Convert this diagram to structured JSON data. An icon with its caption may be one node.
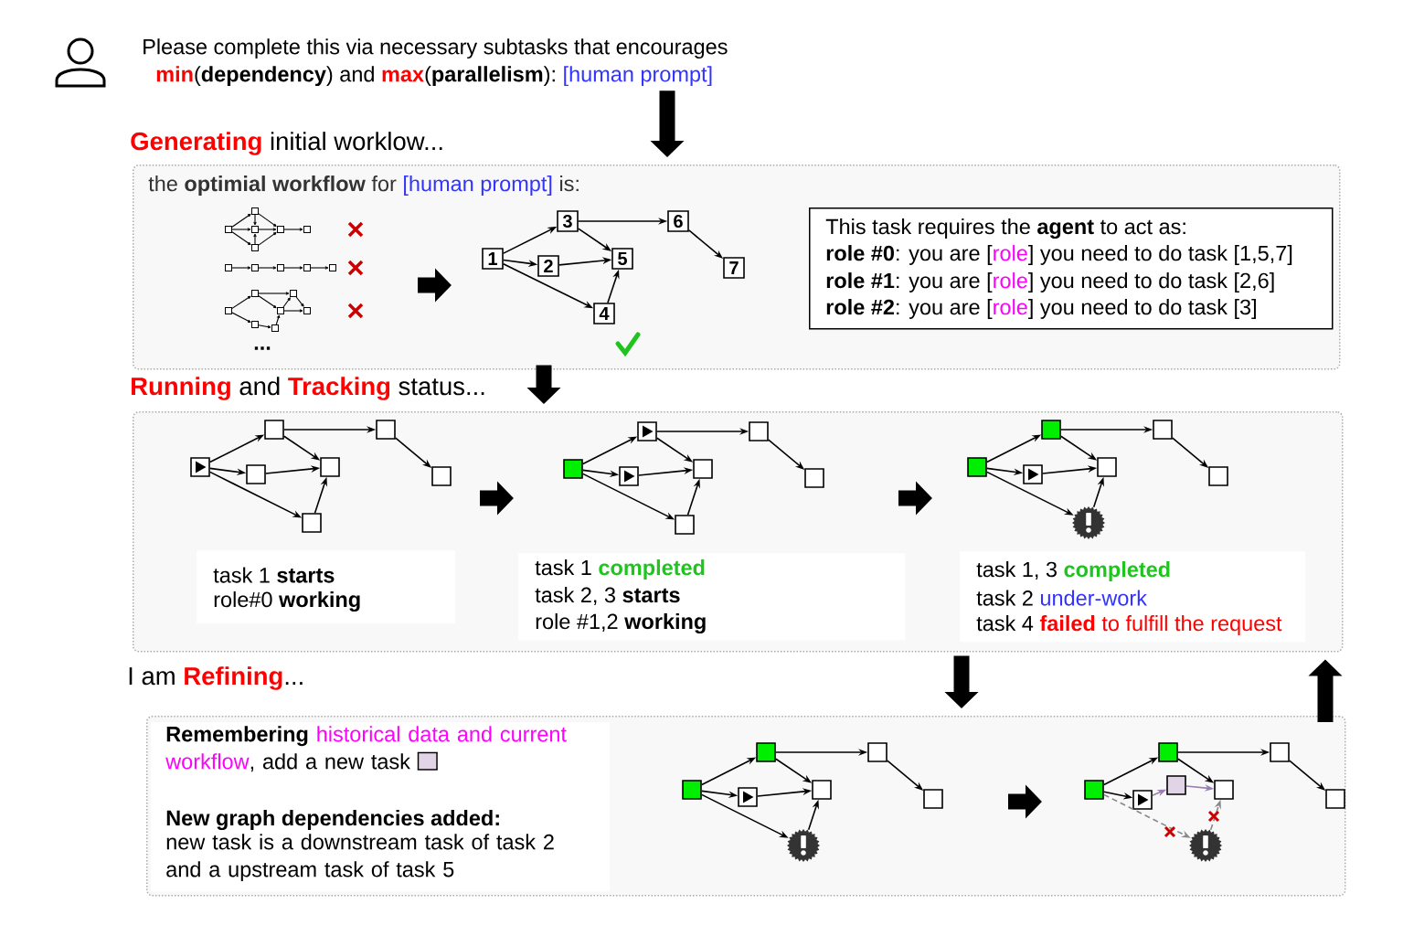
{
  "diagram": {
    "nodes": [
      {
        "text": [
          "Please complete this via necessary subtasks that encourages",
          "min",
          "(**dependency**) and",
          "max",
          "(**parallelism**):",
          "[human prompt]"
        ]
      },
      {
        "text": [
          "Generating",
          "initial worklow...",
          "the **optimial workflow** for",
          "[human prompt]",
          "is:",
          "..."
        ]
      },
      {
        "text": [],
        "shape": "box",
        "in": 1
      },
      {
        "text": [],
        "shape": "box",
        "in": 1
      },
      {
        "text": [],
        "shape": "box",
        "in": 1
      },
      {
        "text": [],
        "shape": "box",
        "in": 1
      },
      {
        "text": [],
        "shape": "box",
        "in": 1
      },
      {
        "text": [],
        "shape": "box",
        "in": 1
      },
      {
        "text": [],
        "shape": "box",
        "in": 1
      },
      {
        "text": [],
        "shape": "box",
        "in": 1
      },
      {
        "text": [],
        "shape": "box",
        "in": 1
      },
      {
        "text": [],
        "shape": "box",
        "in": 1
      },
      {
        "text": [],
        "shape": "box",
        "in": 1
      },
      {
        "text": [],
        "shape": "box",
        "in": 1
      },
      {
        "text": [],
        "shape": "box",
        "in": 1
      },
      {
        "text": [],
        "shape": "box",
        "in": 1
      },
      {
        "text": [],
        "shape": "box",
        "in": 1
      },
      {
        "text": [],
        "shape": "box",
        "in": 1
      },
      {
        "text": [],
        "shape": "box",
        "in": 1
      },
      {
        "text": [],
        "shape": "box",
        "in": 1
      },
      {
        "text": [
          "1"
        ],
        "in": 1
      },
      {
        "text": [
          "2"
        ],
        "in": 1
      },
      {
        "text": [
          "3"
        ],
        "in": 1
      },
      {
        "text": [
          "4"
        ],
        "in": 1
      },
      {
        "text": [
          "5"
        ],
        "in": 1
      },
      {
        "text": [
          "6"
        ],
        "in": 1
      },
      {
        "text": [
          "7"
        ],
        "in": 1
      },
      {
        "text": [
          "This task requires the **agent** to act as:",
          "**role #0**: you are [",
          "role",
          "] you need to do task [1,5,7]",
          "**role #1**: you are [",
          "role",
          "] you need to do task [2,6]",
          "**role #2**: you are [",
          "role",
          "] you need to do task [3]"
        ],
        "in": 1
      },
      {
        "text": [
          "Running",
          "and",
          "Tracking",
          "status..."
        ]
      },
      {
        "text": [],
        "shape": "box",
        "in": 28
      },
      {
        "text": [],
        "shape": "box",
        "in": 28
      },
      {
        "text": [],
        "shape": "box",
        "in": 28
      },
      {
        "text": [],
        "shape": "box",
        "in": 28
      },
      {
        "text": [],
        "shape": "box",
        "in": 28
      },
      {
        "text": [],
        "shape": "box",
        "in": 28
      },
      {
        "text": [],
        "shape": "box",
        "in": 28
      },
      {
        "text": [
          "task 1 **starts**",
          "role#0 **working**"
        ],
        "in": 28
      },
      {
        "text": [],
        "shape": "box",
        "in": 28
      },
      {
        "text": [],
        "shape": "box",
        "in": 28
      },
      {
        "text": [],
        "shape": "box",
        "in": 28
      },
      {
        "text": [],
        "shape": "box",
        "in": 28
      },
      {
        "text": [],
        "shape": "box",
        "in": 28
      },
      {
        "text": [],
        "shape": "box",
        "in": 28
      },
      {
        "text": [],
        "shape": "box",
        "in": 28
      },
      {
        "text": [
          "task 1",
          "completed",
          "task 2, 3 **starts**",
          "role #1,2 **working**"
        ],
        "in": 28
      },
      {
        "text": [],
        "shape": "box",
        "in": 28
      },
      {
        "text": [],
        "shape": "box",
        "in": 28
      },
      {
        "text": [],
        "shape": "box",
        "in": 28
      },
      {
        "text": [],
        "shape": "badge",
        "in": 28
      },
      {
        "text": [],
        "shape": "box",
        "in": 28
      },
      {
        "text": [],
        "shape": "box",
        "in": 28
      },
      {
        "text": [],
        "shape": "box",
        "in": 28
      },
      {
        "text": [
          "task 1, 3",
          "completed",
          "task 2",
          "under-work",
          "task 4",
          "**failed** to fulfill the request"
        ],
        "in": 28
      },
      {
        "text": [
          "I am",
          "Refining",
          "..."
        ]
      },
      {
        "text": [
          "Remembering",
          "historical data and current workflow",
          ", add a new task",
          "New graph dependencies added:",
          "new task is a downstream task of task 2 and a upstream task of task 5"
        ],
        "in": 53
      },
      {
        "text": [],
        "shape": "box",
        "in": 53
      },
      {
        "text": [],
        "shape": "box",
        "in": 53
      },
      {
        "text": [],
        "shape": "box",
        "in": 53
      },
      {
        "text": [],
        "shape": "badge",
        "in": 53
      },
      {
        "text": [],
        "shape": "box",
        "in": 53
      },
      {
        "text": [],
        "shape": "box",
        "in": 53
      },
      {
        "text": [],
        "shape": "box",
        "in": 53
      },
      {
        "text": [],
        "shape": "box",
        "in": 53
      },
      {
        "text": [],
        "shape": "box",
        "in": 53
      },
      {
        "text": [],
        "shape": "box",
        "in": 53
      },
      {
        "text": [],
        "shape": "badge",
        "in": 53
      },
      {
        "text": [],
        "shape": "box",
        "in": 53
      },
      {
        "text": [],
        "shape": "box",
        "in": 53
      },
      {
        "text": [],
        "shape": "box",
        "in": 53
      },
      {
        "text": [],
        "shape": "box",
        "in": 53
      }
    ],
    "edges": [
      {
        "from": 0,
        "to": 1,
        "arrow": "to",
        "style": "thick"
      },
      {
        "from": 1,
        "to": 28,
        "arrow": "to",
        "style": "thick"
      },
      {
        "from": 28,
        "to": 53,
        "arrow": "to",
        "style": "thick"
      },
      {
        "from": 53,
        "to": 28,
        "arrow": "to",
        "style": "thick"
      },
      {
        "from": 2,
        "to": 3,
        "arrow": "to"
      },
      {
        "from": 2,
        "to": 4,
        "arrow": "to"
      },
      {
        "from": 2,
        "to": 5,
        "arrow": "to"
      },
      {
        "from": 3,
        "to": 4,
        "arrow": "to"
      },
      {
        "from": 5,
        "to": 4,
        "arrow": "to"
      },
      {
        "from": 3,
        "to": 6,
        "arrow": "to"
      },
      {
        "from": 4,
        "to": 6,
        "arrow": "to"
      },
      {
        "from": 5,
        "to": 6,
        "arrow": "to"
      },
      {
        "from": 6,
        "to": 7,
        "arrow": "to"
      },
      {
        "from": 8,
        "to": 9,
        "arrow": "to"
      },
      {
        "from": 9,
        "to": 10,
        "arrow": "to"
      },
      {
        "from": 10,
        "to": 11,
        "arrow": "to"
      },
      {
        "from": 11,
        "to": 12,
        "arrow": "to"
      },
      {
        "from": 13,
        "to": 14,
        "arrow": "to"
      },
      {
        "from": 13,
        "to": 15,
        "arrow": "to"
      },
      {
        "from": 15,
        "to": 16,
        "arrow": "to"
      },
      {
        "from": 16,
        "to": 17,
        "arrow": "to"
      },
      {
        "from": 14,
        "to": 18,
        "arrow": "to"
      },
      {
        "from": 14,
        "to": 17,
        "arrow": "to"
      },
      {
        "from": 17,
        "to": 18,
        "arrow": "to"
      },
      {
        "from": 17,
        "to": 19,
        "arrow": "to"
      },
      {
        "from": 18,
        "to": 19,
        "arrow": "to"
      },
      {
        "from": 20,
        "to": 22,
        "arrow": "to"
      },
      {
        "from": 20,
        "to": 21,
        "arrow": "to"
      },
      {
        "from": 20,
        "to": 23,
        "arrow": "to"
      },
      {
        "from": 21,
        "to": 24,
        "arrow": "to"
      },
      {
        "from": 22,
        "to": 24,
        "arrow": "to"
      },
      {
        "from": 23,
        "to": 24,
        "arrow": "to"
      },
      {
        "from": 22,
        "to": 25,
        "arrow": "to"
      },
      {
        "from": 25,
        "to": 26,
        "arrow": "to"
      },
      {
        "from": 29,
        "to": 31,
        "arrow": "to"
      },
      {
        "from": 29,
        "to": 30,
        "arrow": "to"
      },
      {
        "from": 29,
        "to": 32,
        "arrow": "to"
      },
      {
        "from": 30,
        "to": 33,
        "arrow": "to"
      },
      {
        "from": 31,
        "to": 33,
        "arrow": "to"
      },
      {
        "from": 32,
        "to": 33,
        "arrow": "to"
      },
      {
        "from": 31,
        "to": 34,
        "arrow": "to"
      },
      {
        "from": 34,
        "to": 35,
        "arrow": "to"
      },
      {
        "from": 37,
        "to": 39,
        "arrow": "to"
      },
      {
        "from": 37,
        "to": 38,
        "arrow": "to"
      },
      {
        "from": 37,
        "to": 40,
        "arrow": "to"
      },
      {
        "from": 38,
        "to": 41,
        "arrow": "to"
      },
      {
        "from": 39,
        "to": 41,
        "arrow": "to"
      },
      {
        "from": 40,
        "to": 41,
        "arrow": "to"
      },
      {
        "from": 39,
        "to": 42,
        "arrow": "to"
      },
      {
        "from": 42,
        "to": 43,
        "arrow": "to"
      },
      {
        "from": 45,
        "to": 47,
        "arrow": "to"
      },
      {
        "from": 45,
        "to": 46,
        "arrow": "to"
      },
      {
        "from": 45,
        "to": 48,
        "arrow": "to"
      },
      {
        "from": 46,
        "to": 49,
        "arrow": "to"
      },
      {
        "from": 47,
        "to": 49,
        "arrow": "to"
      },
      {
        "from": 48,
        "to": 49,
        "arrow": "to"
      },
      {
        "from": 47,
        "to": 50,
        "arrow": "to"
      },
      {
        "from": 50,
        "to": 51,
        "arrow": "to"
      },
      {
        "from": 55,
        "to": 57,
        "arrow": "to"
      },
      {
        "from": 55,
        "to": 56,
        "arrow": "to"
      },
      {
        "from": 55,
        "to": 58,
        "arrow": "to"
      },
      {
        "from": 56,
        "to": 59,
        "arrow": "to"
      },
      {
        "from": 57,
        "to": 59,
        "arrow": "to"
      },
      {
        "from": 58,
        "to": 59,
        "arrow": "to"
      },
      {
        "from": 57,
        "to": 60,
        "arrow": "to"
      },
      {
        "from": 60,
        "to": 61,
        "arrow": "to"
      },
      {
        "from": 62,
        "to": 64,
        "arrow": "to"
      },
      {
        "from": 62,
        "to": 63,
        "arrow": "to"
      },
      {
        "from": 64,
        "to": 66,
        "arrow": "to"
      },
      {
        "from": 64,
        "to": 67,
        "arrow": "to"
      },
      {
        "from": 67,
        "to": 68,
        "arrow": "to"
      },
      {
        "from": 63,
        "to": 69,
        "arrow": "to",
        "color": "#9b7fb0"
      },
      {
        "from": 69,
        "to": 66,
        "arrow": "to",
        "color": "#9b7fb0"
      },
      {
        "from": 62,
        "to": 65,
        "arrow": "to",
        "style": "dashed",
        "color": "#888888"
      },
      {
        "from": 65,
        "to": 66,
        "arrow": "to",
        "style": "dashed",
        "color": "#888888"
      }
    ]
  }
}
